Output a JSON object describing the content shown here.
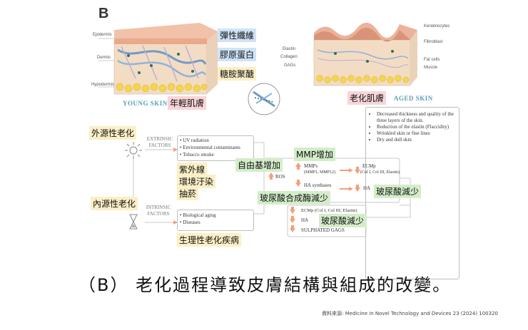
{
  "panel_letter": "B",
  "young_layer_labels": [
    "Epidermis",
    "Dermis",
    "Hypodermis"
  ],
  "young_annotations": {
    "elastin": "彈性纖維",
    "collagen": "膠原蛋白",
    "gags": "糖胺聚醣"
  },
  "young_title": "YOUNG SKIN",
  "young_title_zh": "年輕肌膚",
  "aged_left_labels": [
    "Elastin",
    "Collagen",
    "GAGs"
  ],
  "aged_right_labels": [
    "Keratinocytes",
    "Fibroblast",
    "Fat cells",
    "Muscle"
  ],
  "aged_title_zh": "老化肌膚",
  "aged_title": "AGED SKIN",
  "aged_features": [
    "Decreased thickness and quality of the three layers of the skin.",
    "Reduction of the elastin (Flaccidity)",
    "Wrinkled skin or fine lines",
    "Dry and dull skin"
  ],
  "extrinsic": {
    "zh": "外源性老化",
    "label": "EXTRINSIC FACTORS",
    "items": [
      "UV radiation",
      "Environmental contaminants",
      "Tobacco smoke"
    ],
    "items_zh": [
      "紫外線",
      "環境汙染",
      "抽菸"
    ]
  },
  "intrinsic": {
    "zh": "內源性老化",
    "label": "INTRINSIC FACTORS",
    "items": [
      "Biological aging",
      "Diseases"
    ],
    "items_zh": "生理性老化疾病"
  },
  "pathway": {
    "ros_zh": "自由基增加",
    "ros": "ROS",
    "mmps": "MMPs",
    "mmps_sub": "(MMP1, MMP12)",
    "mmp_zh": "MMP增加",
    "ecmp": "ECMp",
    "ecmp_sub": "(Col I, Col III, Elastin)",
    "ha_synthases": "HA synthases",
    "ha": "HA",
    "ha_synthase_zh": "玻尿酸合成酶減少",
    "ha_zh": "玻尿酸減少"
  },
  "intrinsic_results": {
    "ecmp": "ECMp (Col I, Col III, Elastin)",
    "ha": "HA",
    "gags": "SULPHATED GAGS",
    "ha_zh": "玻尿酸減少"
  },
  "caption": "（B） 老化過程導致皮膚結構與組成的改變。",
  "source": "資料來源: Medicine in Novel Technology and Devices 23 (2024) 100320",
  "colors": {
    "young_epidermis": "#f2c2a8",
    "aged_epidermis": "#eab39a",
    "dermis": "#f3dcc4",
    "fat": "#f3d54e",
    "fiber_blue": "#6f9cc8",
    "title_teal": "#5aa0b6",
    "arrow_orange": "#f2a07a"
  }
}
